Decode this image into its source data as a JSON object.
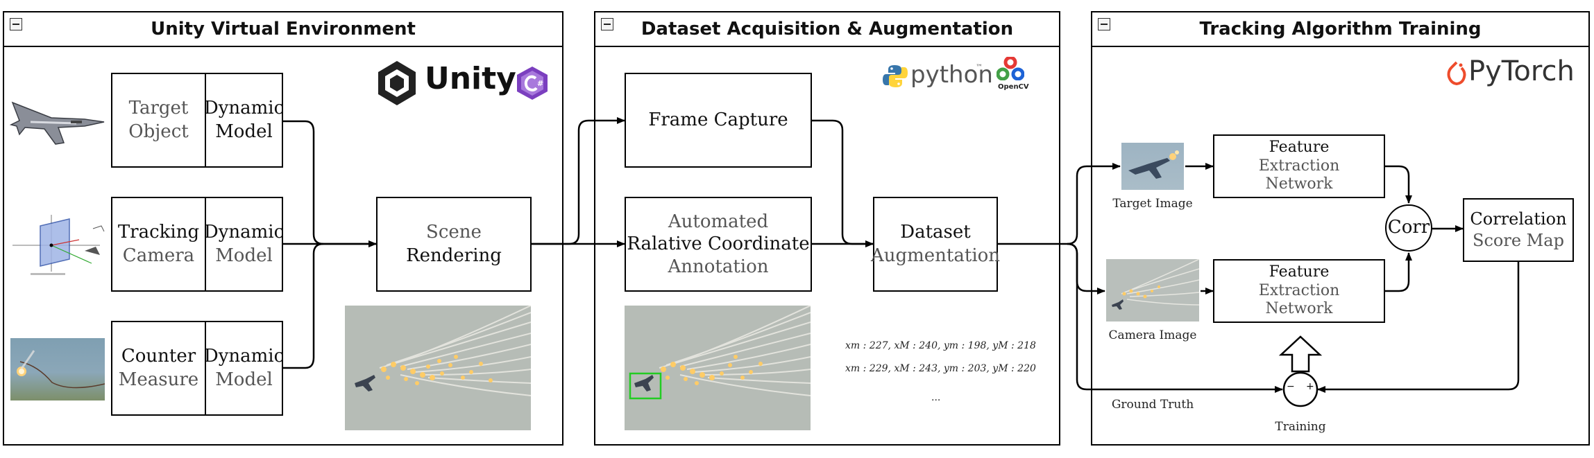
{
  "panels": {
    "unity": {
      "title": "Unity Virtual Environment",
      "logo": "Unity",
      "boxes": {
        "target_object": [
          "Target",
          "Object"
        ],
        "dynamic_model_1": [
          "Dynamic",
          "Model"
        ],
        "tracking_camera": [
          "Tracking",
          "Camera"
        ],
        "dynamic_model_2": [
          "Dynamic",
          "Model"
        ],
        "counter_measure": [
          "Counter",
          "Measure"
        ],
        "dynamic_model_3": [
          "Dynamic",
          "Model"
        ],
        "scene_rendering": [
          "Scene",
          "Rendering"
        ]
      }
    },
    "dataset": {
      "title": "Dataset Acquisition & Augmentation",
      "python_logo": "python",
      "python_tm": "™",
      "opencv_logo": "OpenCV",
      "boxes": {
        "frame_capture": "Frame Capture",
        "annotation": [
          "Automated",
          "Ralative Coordinate",
          "Annotation"
        ],
        "augmentation": [
          "Dataset",
          "Augmentation"
        ]
      },
      "coords": [
        "xm : 227, xM : 240, ym : 198, yM : 218",
        "xm : 229, xM : 243, ym : 203, yM : 220",
        "..."
      ]
    },
    "training": {
      "title": "Tracking Algorithm Training",
      "logo": "PyTorch",
      "boxes": {
        "feature_1": [
          "Feature",
          "Extraction",
          "Network"
        ],
        "feature_2": [
          "Feature",
          "Extraction",
          "Network"
        ],
        "corr": "Corr",
        "score_map": [
          "Correlation",
          "Score Map"
        ]
      },
      "captions": {
        "target_image": "Target Image",
        "camera_image": "Camera Image",
        "ground_truth": "Ground Truth",
        "training": "Training"
      },
      "minus": "−",
      "plus": "+"
    }
  },
  "icons": {
    "collapse": "collapse-icon",
    "jet": "fighter-jet-icon",
    "unity": "unity-cube-icon",
    "csharp": "csharp-icon",
    "python": "python-icon",
    "opencv": "opencv-icon",
    "pytorch": "pytorch-flame-icon",
    "hollow_arrow": "up-arrow-icon"
  },
  "colors": {
    "csharp": "#7b3fbf",
    "pytorch": "#ee4c2c",
    "python_blue": "#3776ab",
    "python_yellow": "#ffd43b",
    "bbox": "#22cc22",
    "flare": "#ffcc66",
    "photo_bg": "#b8bdb8"
  }
}
